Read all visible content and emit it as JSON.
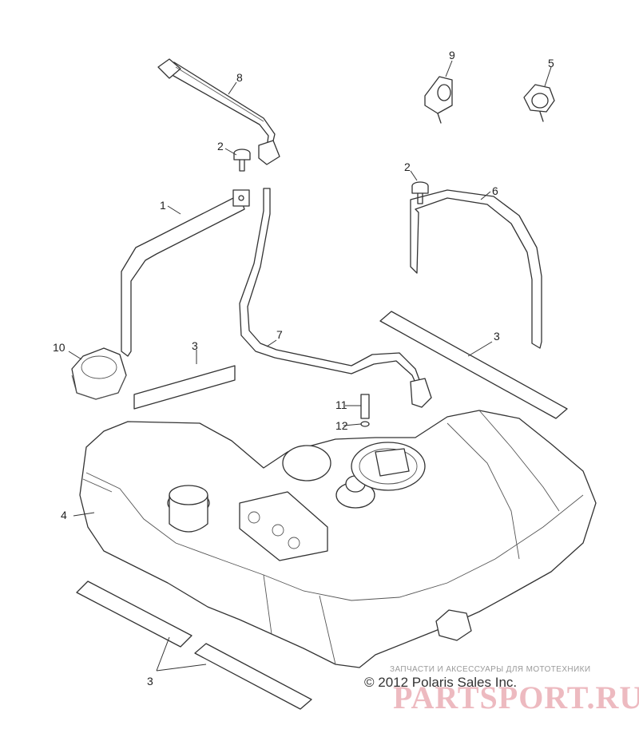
{
  "callouts": [
    {
      "id": "c1",
      "label": "1"
    },
    {
      "id": "c2a",
      "label": "2"
    },
    {
      "id": "c2b",
      "label": "2"
    },
    {
      "id": "c3a",
      "label": "3"
    },
    {
      "id": "c3b",
      "label": "3"
    },
    {
      "id": "c3c",
      "label": "3"
    },
    {
      "id": "c4",
      "label": "4"
    },
    {
      "id": "c5",
      "label": "5"
    },
    {
      "id": "c6",
      "label": "6"
    },
    {
      "id": "c7",
      "label": "7"
    },
    {
      "id": "c8",
      "label": "8"
    },
    {
      "id": "c9",
      "label": "9"
    },
    {
      "id": "c10",
      "label": "10"
    },
    {
      "id": "c11",
      "label": "11"
    },
    {
      "id": "c12",
      "label": "12"
    }
  ],
  "copyright": "© 2012 Polaris Sales Inc.",
  "watermark": {
    "caption": "ЗАПЧАСТИ И АКСЕССУАРЫ ДЛЯ МОТОТЕХНИКИ",
    "logo": "PARTSPORT.RU"
  }
}
